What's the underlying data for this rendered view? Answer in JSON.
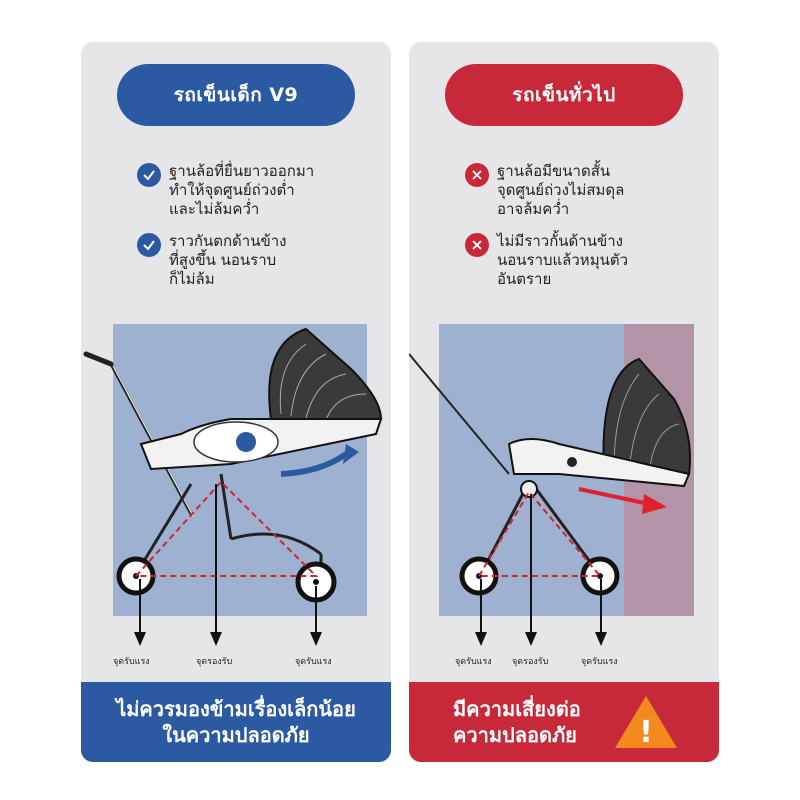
{
  "left": {
    "title": "รถเข็นเด็ก V9",
    "features": [
      {
        "icon": "check-icon",
        "text": "ฐานล้อที่ยื่นยาวออกมา\nทำให้จุดศูนย์ถ่วงต่ำ\nและไม่ล้มคว่ำ"
      },
      {
        "icon": "check-icon",
        "text": "ราวกันตกด้านข้าง\nที่สูงขึ้น นอนราบ\nก็ไม่ล้ม"
      }
    ],
    "labels": {
      "support_left": "จุดรับแรง",
      "support_center": "จุดรองรับ",
      "support_right": "จุดรับแรง"
    },
    "bottom_line1": "ไม่ควรมองข้ามเรื่องเล็กน้อย",
    "bottom_line2": "ในความปลอดภัย"
  },
  "right": {
    "title": "รถเข็นทั่วไป",
    "features": [
      {
        "icon": "x-icon",
        "text": "ฐานล้อมีขนาดสั้น\nจุดศูนย์ถ่วงไม่สมดุล\nอาจล้มคว่ำ"
      },
      {
        "icon": "x-icon",
        "text": "ไม่มีราวกั้นด้านข้าง\nนอนราบแล้วหมุนตัว\nอันตราย"
      }
    ],
    "labels": {
      "support_left": "จุดรับแรง",
      "support_center": "จุดรองรับ",
      "support_right": "จุดรับแรง"
    },
    "bottom_text": "มีความเสี่ยงต่อ\nความปลอดภัย",
    "warning_symbol": "!"
  },
  "colors": {
    "blue": "#2b5aa3",
    "red": "#c7293a",
    "diagram_blue": "#9fb1d1",
    "diagram_pink": "#b393a6"
  }
}
